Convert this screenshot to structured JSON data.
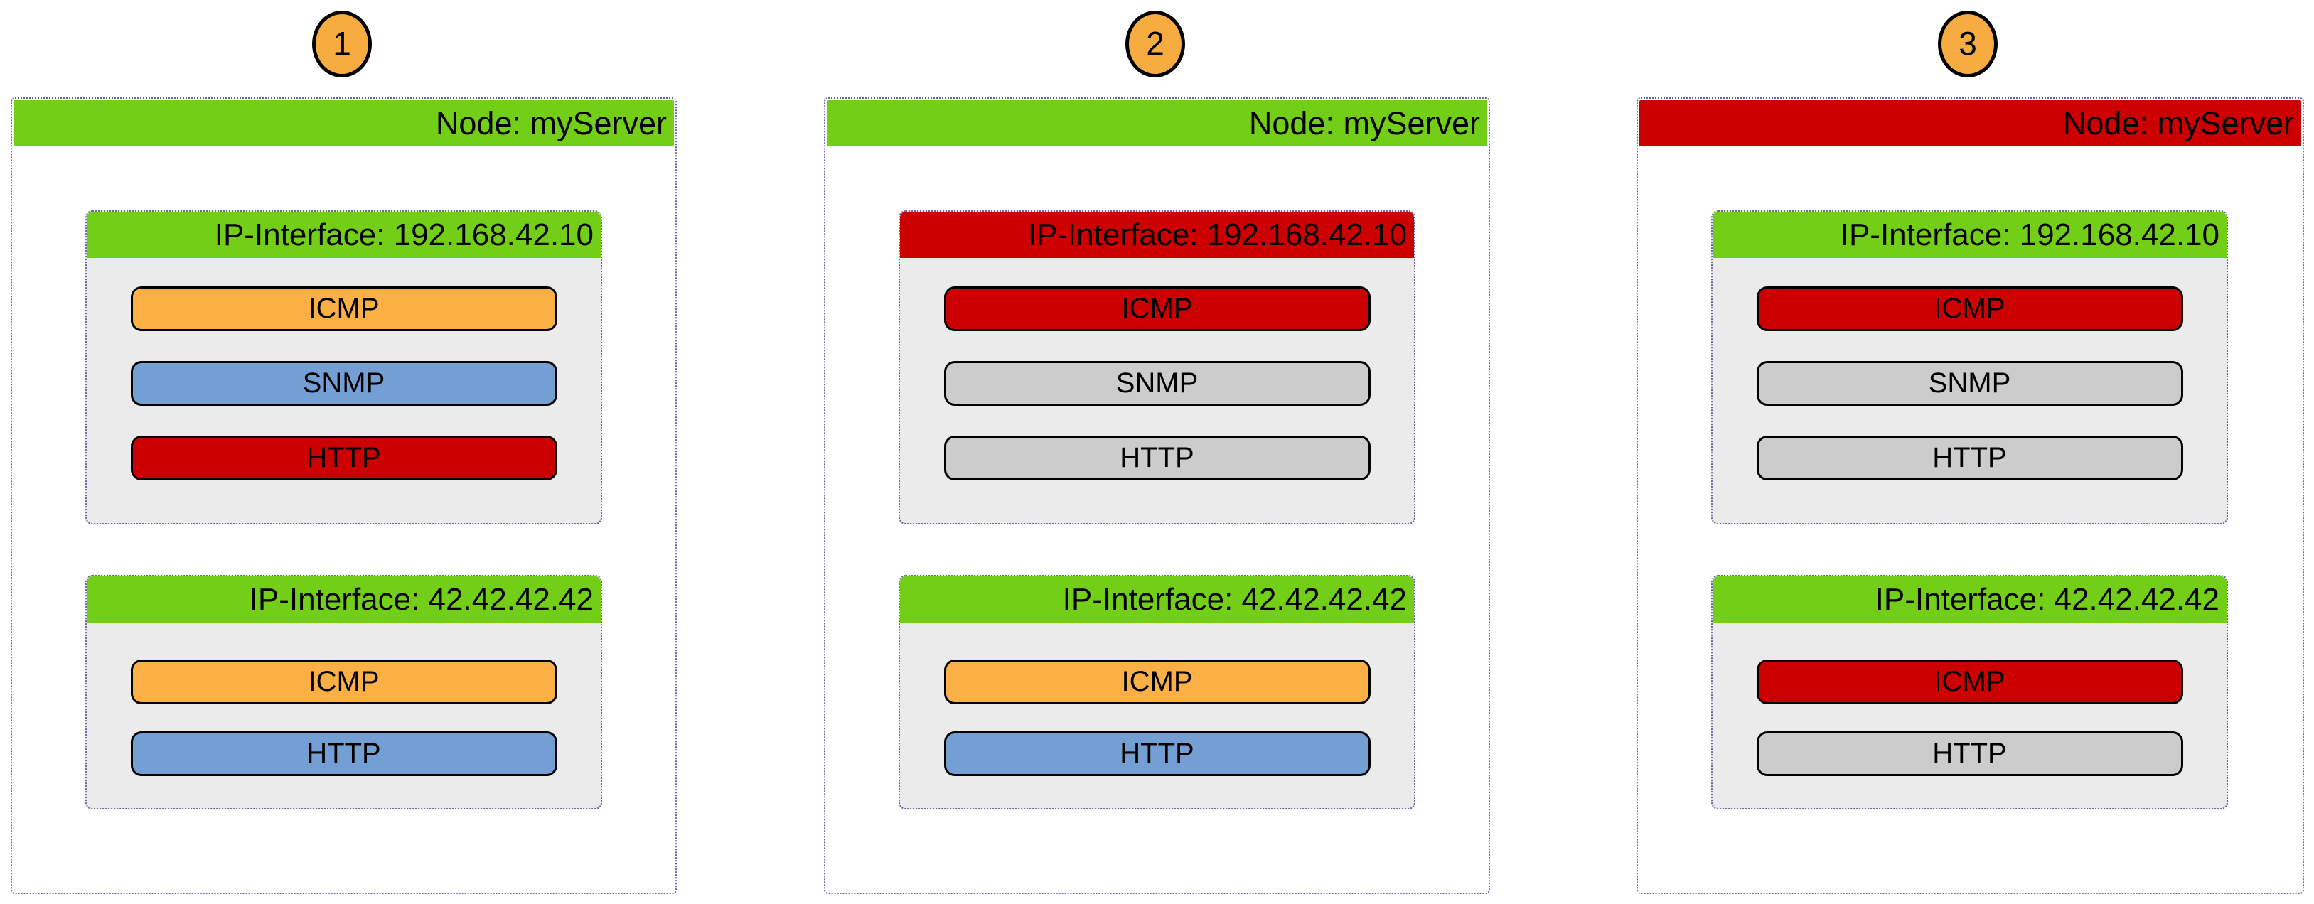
{
  "colors": {
    "green": "#73CE17",
    "red": "#CC0000",
    "orange": "#FBB045",
    "blue": "#739FD4",
    "gray": "#CCCCCC",
    "badge": "#F7AC42",
    "iface_body": "#EBEBEB",
    "dotted": "#6666A0"
  },
  "diagrams": [
    {
      "badge": "1",
      "node": {
        "label": "Node: myServer",
        "status": "green",
        "interfaces": [
          {
            "label": "IP-Interface: 192.168.42.10",
            "status": "green",
            "protocols": [
              {
                "label": "ICMP",
                "color": "orange"
              },
              {
                "label": "SNMP",
                "color": "blue"
              },
              {
                "label": "HTTP",
                "color": "red"
              }
            ]
          },
          {
            "label": "IP-Interface: 42.42.42.42",
            "status": "green",
            "protocols": [
              {
                "label": "ICMP",
                "color": "orange"
              },
              {
                "label": "HTTP",
                "color": "blue"
              }
            ]
          }
        ]
      }
    },
    {
      "badge": "2",
      "node": {
        "label": "Node: myServer",
        "status": "green",
        "interfaces": [
          {
            "label": "IP-Interface: 192.168.42.10",
            "status": "red",
            "protocols": [
              {
                "label": "ICMP",
                "color": "red"
              },
              {
                "label": "SNMP",
                "color": "gray"
              },
              {
                "label": "HTTP",
                "color": "gray"
              }
            ]
          },
          {
            "label": "IP-Interface: 42.42.42.42",
            "status": "green",
            "protocols": [
              {
                "label": "ICMP",
                "color": "orange"
              },
              {
                "label": "HTTP",
                "color": "blue"
              }
            ]
          }
        ]
      }
    },
    {
      "badge": "3",
      "node": {
        "label": "Node: myServer",
        "status": "red",
        "interfaces": [
          {
            "label": "IP-Interface: 192.168.42.10",
            "status": "green",
            "protocols": [
              {
                "label": "ICMP",
                "color": "red"
              },
              {
                "label": "SNMP",
                "color": "gray"
              },
              {
                "label": "HTTP",
                "color": "gray"
              }
            ]
          },
          {
            "label": "IP-Interface: 42.42.42.42",
            "status": "green",
            "protocols": [
              {
                "label": "ICMP",
                "color": "red"
              },
              {
                "label": "HTTP",
                "color": "gray"
              }
            ]
          }
        ]
      }
    }
  ]
}
